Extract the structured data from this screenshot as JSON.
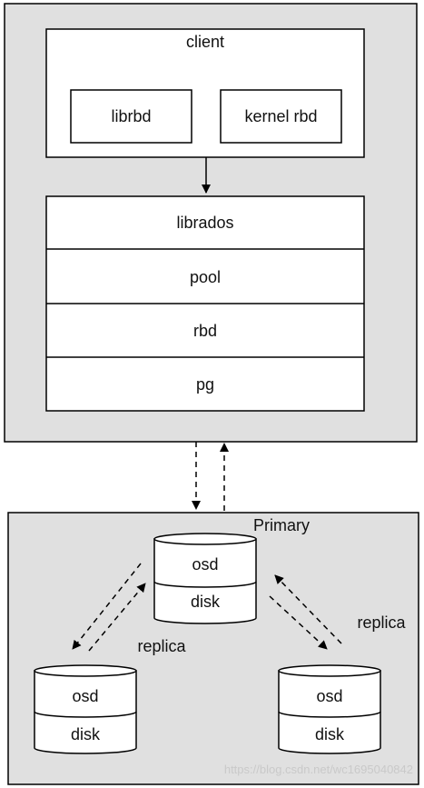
{
  "client": {
    "title": "client",
    "librbd": "librbd",
    "kernel_rbd": "kernel rbd"
  },
  "stack": [
    "librados",
    "pool",
    "rbd",
    "pg"
  ],
  "cluster": {
    "primary_label": "Primary",
    "primary_osd": {
      "osd": "osd",
      "disk": "disk"
    },
    "left_osd": {
      "osd": "osd",
      "disk": "disk"
    },
    "right_osd": {
      "osd": "osd",
      "disk": "disk"
    },
    "replica_left": "replica",
    "replica_right": "replica"
  },
  "watermark": "https://blog.csdn.net/wc1695040842",
  "colors": {
    "panel_fill": "#e0e0e0",
    "box_fill": "#ffffff",
    "stroke": "#000000"
  }
}
